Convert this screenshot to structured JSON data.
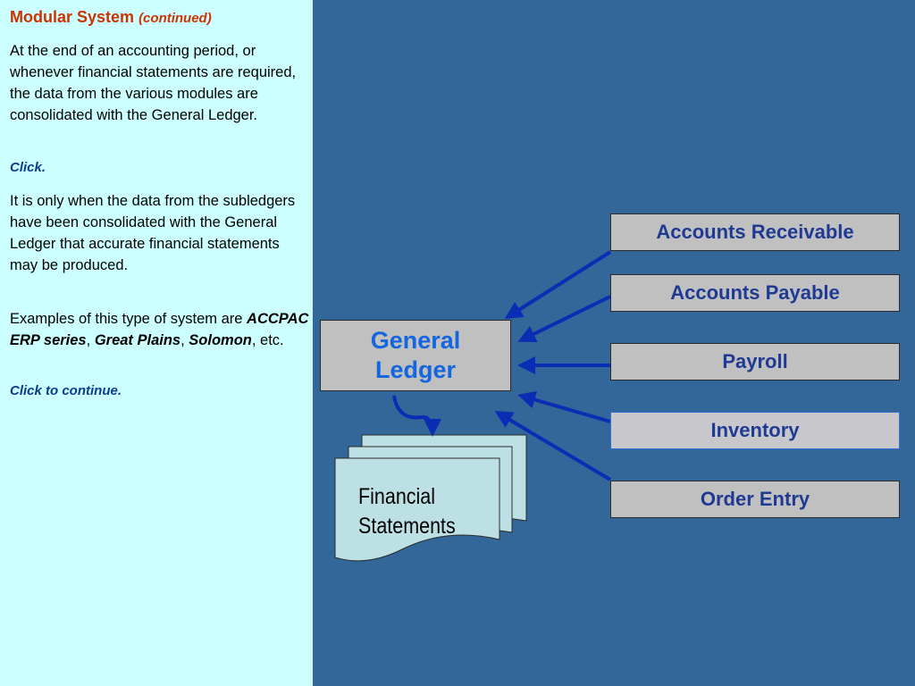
{
  "left_panel": {
    "title": "Modular System",
    "title_sub": "(continued)",
    "paragraph1": "At the end of an accounting period, or whenever financial statements are required, the data from the various modules are consolidated with the General Ledger.",
    "click1": "Click.",
    "paragraph2": "It is only when the data from the subledgers have been consolidated with the General Ledger that accurate financial statements may be produced.",
    "paragraph3_intro": "Examples of this type of system are",
    "example1": "ACCPAC ERP series",
    "sep1": ",",
    "example2": "Great Plains",
    "sep2": ",",
    "example3": "Solomon",
    "paragraph3_end": ", etc.",
    "click2": "Click to continue."
  },
  "diagram": {
    "general_ledger_line1": "General",
    "general_ledger_line2": "Ledger",
    "modules": [
      "Accounts Receivable",
      "Accounts Payable",
      "Payroll",
      "Inventory",
      "Order Entry"
    ],
    "financial_statements_line1": "Financial",
    "financial_statements_line2": "Statements"
  },
  "colors": {
    "left_background": "#ccffff",
    "right_background": "#336699",
    "title": "#cc3300",
    "click_text": "#0b3d8c",
    "box_fill": "#c0c0c0",
    "box_text": "#1f3a93",
    "ledger_text": "#1466e0",
    "arrow": "#0a2db4",
    "document_fill": "#bde0e4"
  }
}
